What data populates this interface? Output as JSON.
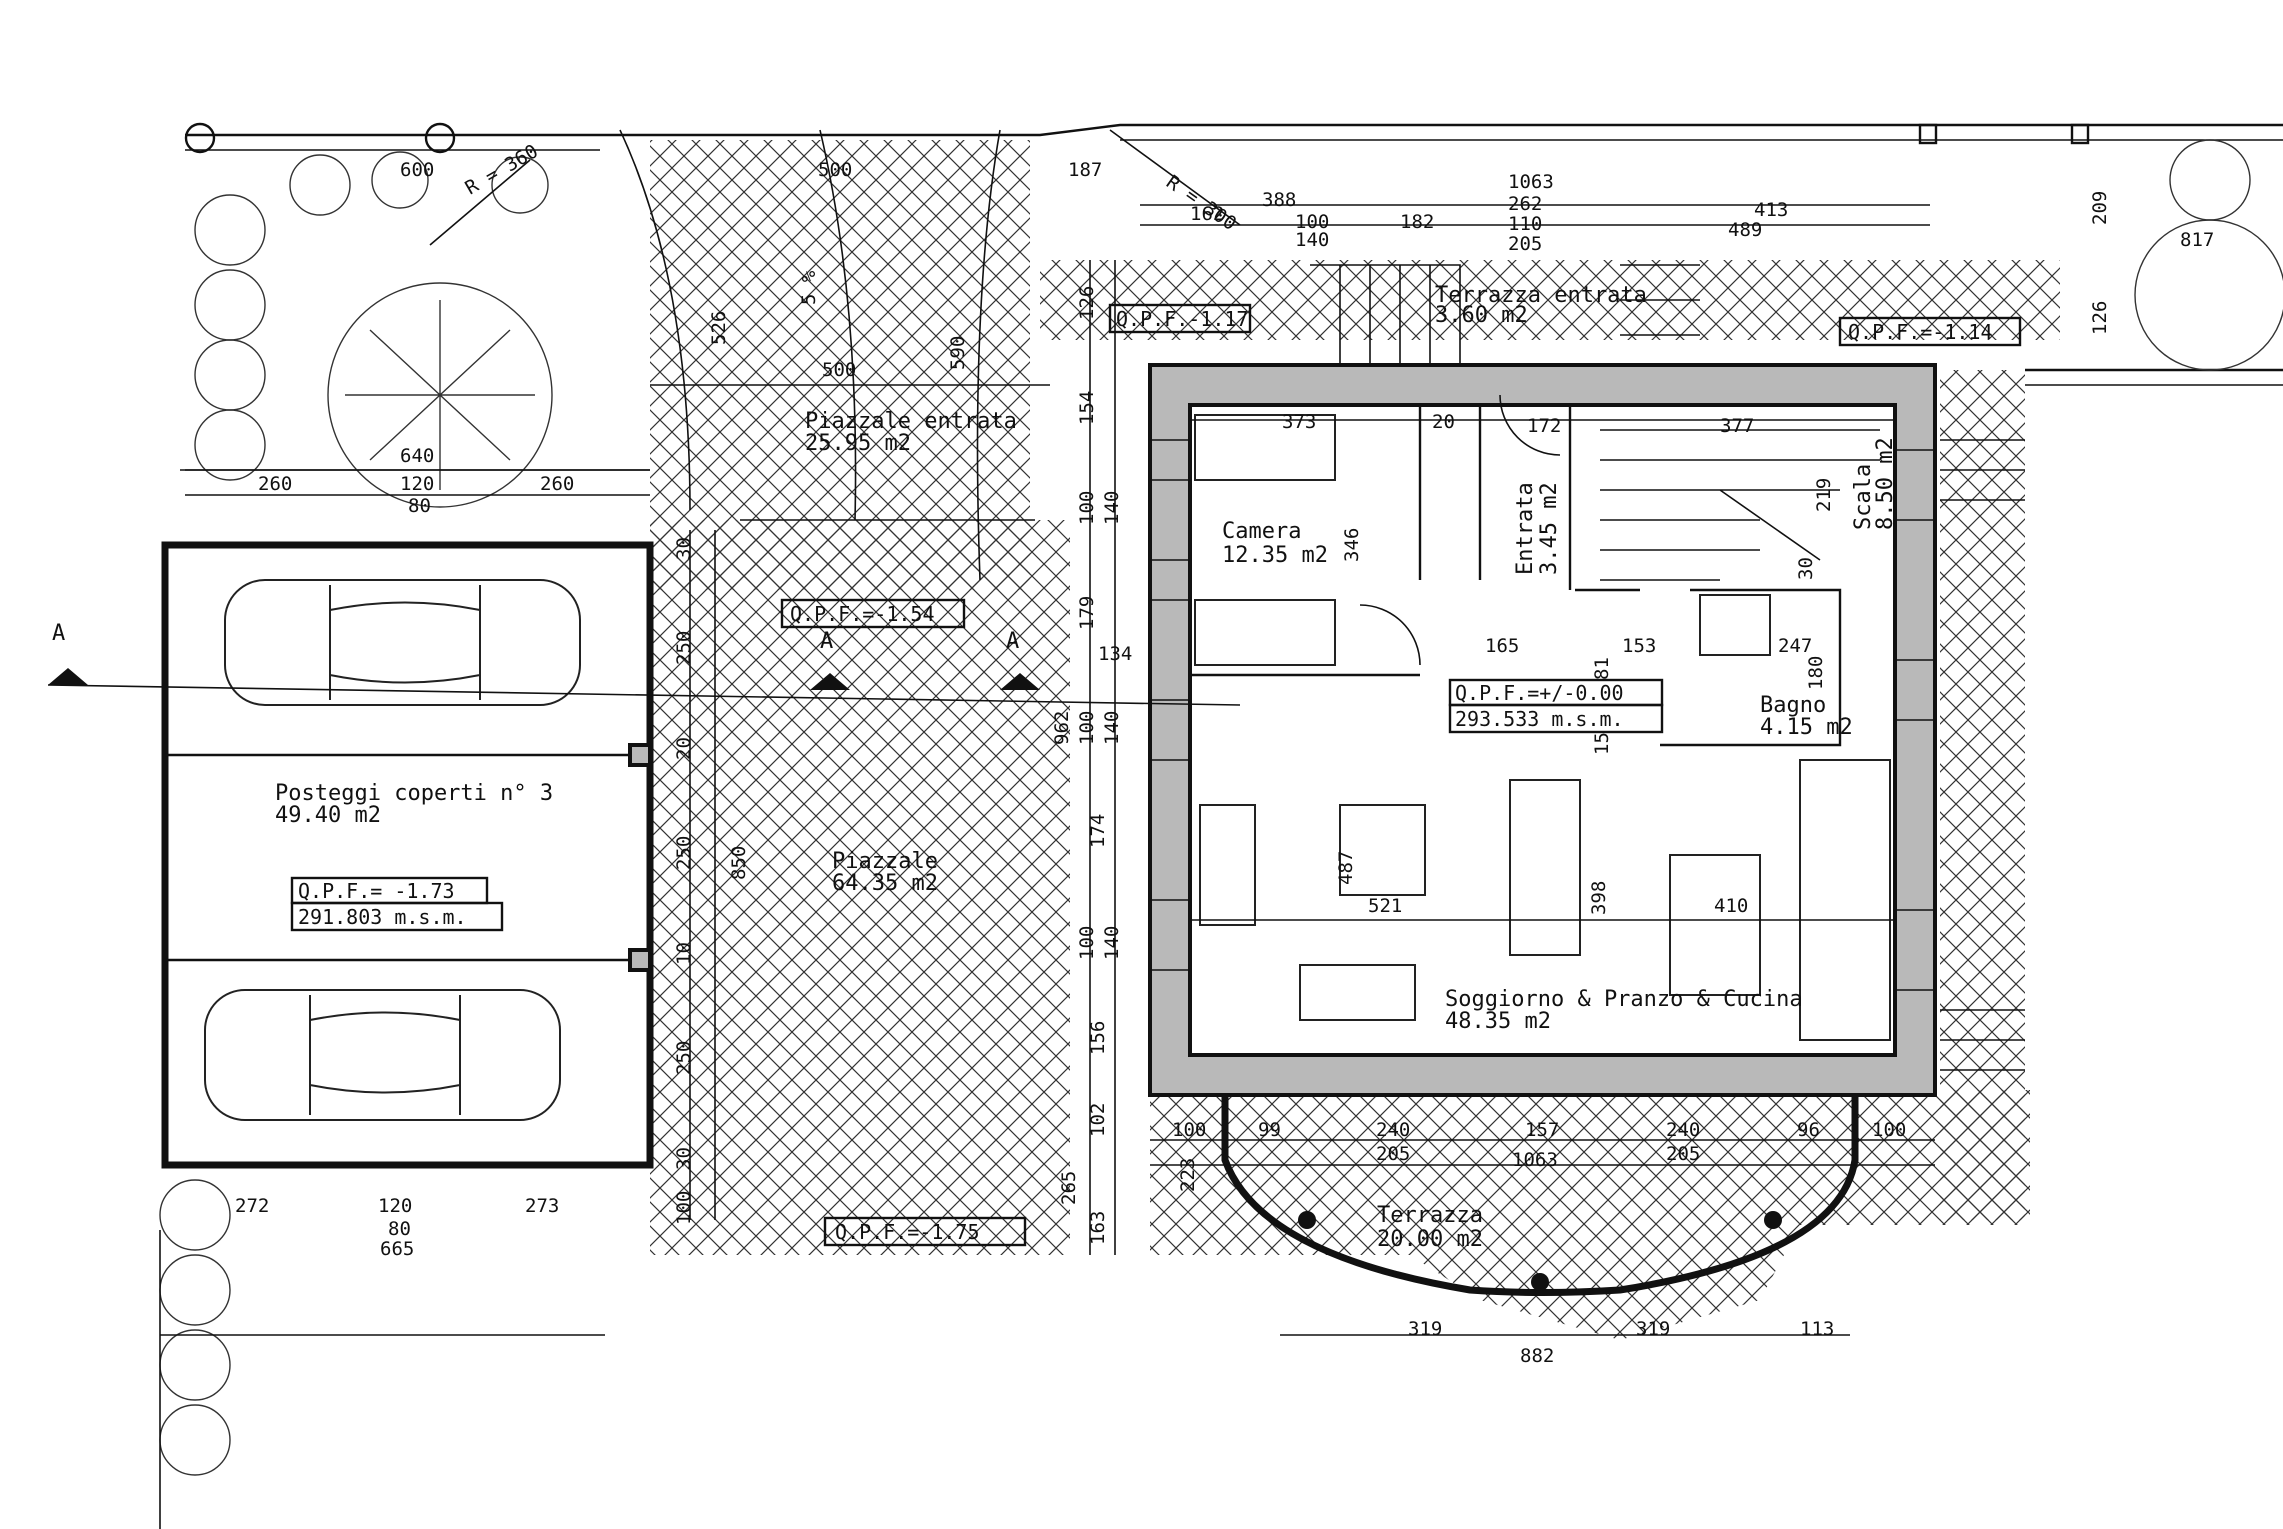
{
  "rooms": [
    {
      "name": "Posteggi coperti   n° 3",
      "area": "49.40 m2"
    },
    {
      "name": "Piazzale",
      "area": "64.35 m2"
    },
    {
      "name": "Piazzale entrata",
      "area": "25.95 m2"
    },
    {
      "name": "Camera",
      "area": "12.35 m2"
    },
    {
      "name": "Entrata",
      "area": "3.45 m2"
    },
    {
      "name": "Terrazza entrata",
      "area": "3.60 m2"
    },
    {
      "name": "Scala",
      "area": "8.50 m2"
    },
    {
      "name": "Bagno",
      "area": "4.15 m2"
    },
    {
      "name": "Soggiorno & Pranzo & Cucina",
      "area": "48.35 m2"
    },
    {
      "name": "Terrazza",
      "area": "20.00 m2"
    }
  ],
  "levels": [
    {
      "label": "Q.P.F.= -1.73",
      "sub": "291.803 m.s.m."
    },
    {
      "label": "Q.P.F.=+/-0.00",
      "sub": "293.533 m.s.m."
    },
    {
      "label": "Q.P.F.=-1.54",
      "sub": ""
    },
    {
      "label": "Q.P.F.-1.17",
      "sub": ""
    },
    {
      "label": "Q.P.F.=-1.14",
      "sub": ""
    },
    {
      "label": "Q.P.F.=-1.75",
      "sub": ""
    }
  ],
  "section_marker": "A",
  "dimensions": {
    "top_left": [
      "600",
      "R = 360",
      "500",
      "526",
      "5 %",
      "500",
      "590",
      "640",
      "260",
      "120",
      "80",
      "260"
    ],
    "top_right": [
      "187",
      "R = 300",
      "388",
      "162",
      "100",
      "140",
      "182",
      "1063",
      "262",
      "110",
      "205",
      "413",
      "489",
      "209",
      "817",
      "126"
    ],
    "house_interior": [
      "373",
      "20",
      "172",
      "377",
      "346",
      "219",
      "30",
      "165",
      "153",
      "247",
      "180",
      "81",
      "15",
      "487",
      "521",
      "398",
      "410"
    ],
    "left_column": [
      "126",
      "154",
      "100",
      "140",
      "179",
      "134",
      "962",
      "140",
      "100",
      "174",
      "100",
      "140",
      "156",
      "102",
      "265",
      "163",
      "223"
    ],
    "piazzale": [
      "30",
      "250",
      "20",
      "250",
      "850",
      "10",
      "250",
      "30",
      "100"
    ],
    "garage_bottom": [
      "272",
      "120",
      "273",
      "80",
      "665"
    ],
    "terrace_front": [
      "100",
      "99",
      "240",
      "157",
      "240",
      "96",
      "100",
      "205",
      "1063",
      "205"
    ],
    "terrace_bottom": [
      "319",
      "319",
      "113",
      "882"
    ]
  }
}
